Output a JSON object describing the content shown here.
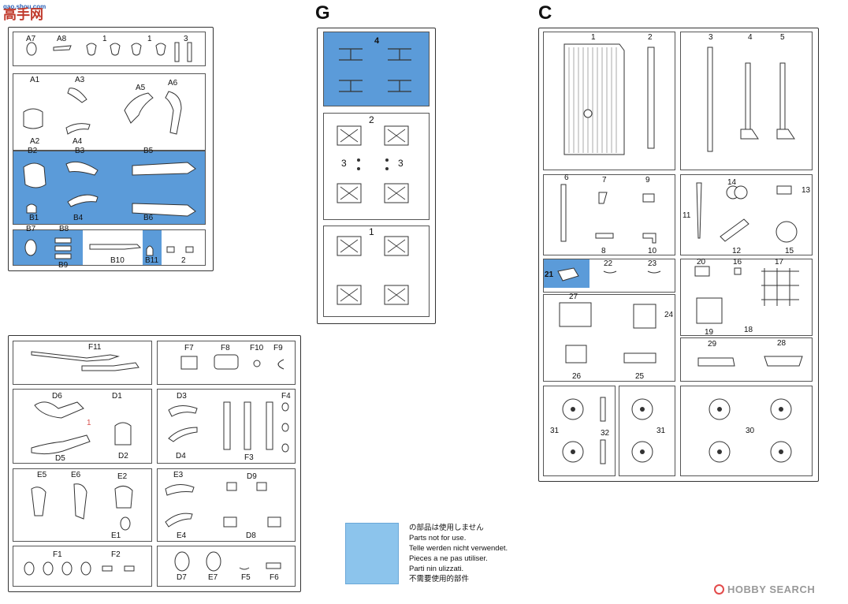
{
  "watermark_top": {
    "logo": "高手网",
    "url": "gao.shou.com"
  },
  "watermark_bottom": {
    "brand": "HOBBY SEARCH"
  },
  "sheet_letters": {
    "g": "G",
    "c": "C"
  },
  "sprue_a": {
    "labels": [
      "A7",
      "A8",
      "1",
      "1",
      "3",
      "A1",
      "A3",
      "A5",
      "A6",
      "A2",
      "A4",
      "B2",
      "B3",
      "B5",
      "B1",
      "B4",
      "B6",
      "B7",
      "B8",
      "B9",
      "B10",
      "B11",
      "2"
    ]
  },
  "sprue_g": {
    "labels": [
      "4",
      "2",
      "3",
      "3",
      "1"
    ]
  },
  "sprue_c": {
    "labels": [
      "1",
      "2",
      "3",
      "4",
      "5",
      "6",
      "7",
      "9",
      "14",
      "13",
      "11",
      "8",
      "10",
      "12",
      "15",
      "21",
      "22",
      "23",
      "20",
      "16",
      "17",
      "27",
      "24",
      "19",
      "18",
      "26",
      "25",
      "29",
      "28",
      "31",
      "32",
      "31",
      "30"
    ]
  },
  "sprue_f": {
    "labels": [
      "F11",
      "F7",
      "F8",
      "F10",
      "F9",
      "D6",
      "D1",
      "1",
      "D5",
      "D2",
      "D3",
      "F4",
      "D4",
      "F3",
      "E5",
      "E6",
      "E2",
      "E3",
      "D9",
      "E1",
      "E4",
      "D8",
      "F1",
      "F2",
      "D7",
      "E7",
      "F5",
      "F6"
    ]
  },
  "legend": {
    "swatch_color": "#8cc4ec",
    "lines": [
      "の部品は使用しません",
      "Parts not for use.",
      "Telle werden nicht verwendet.",
      "Pieces a ne pas utiliser.",
      "Parti nin ulizzati.",
      "不需要使用的部件"
    ]
  },
  "colors": {
    "unused_parts": "#5b9bd9"
  }
}
